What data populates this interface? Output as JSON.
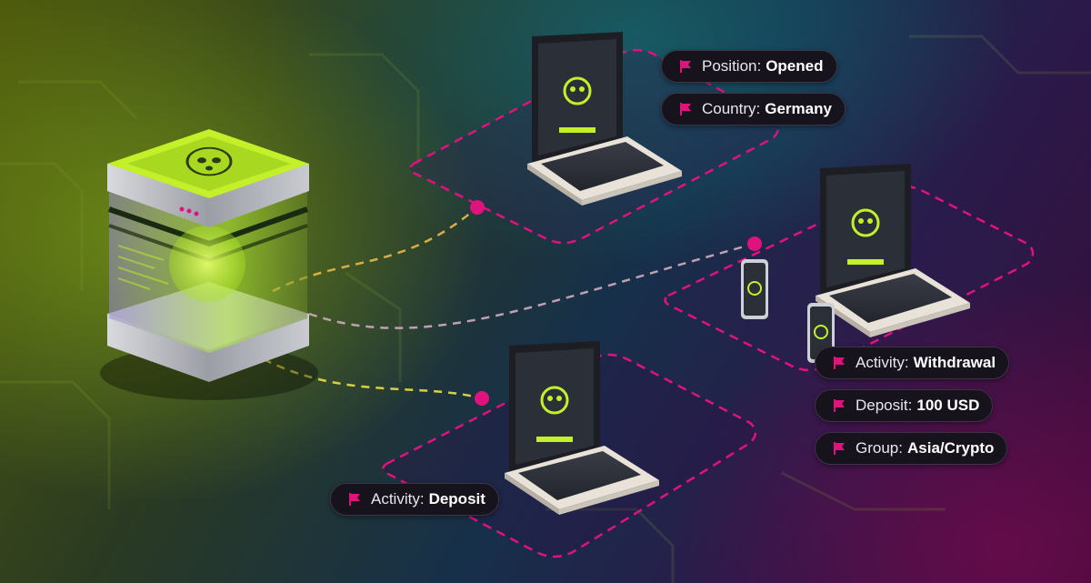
{
  "colors": {
    "accent": "#e0127c",
    "neon_green": "#c4f02a",
    "tag_bg": "#16131c"
  },
  "icons": [
    "skull-icon",
    "flag-icon",
    "laptop-icon",
    "phone-icon",
    "server-icon"
  ],
  "tags": [
    {
      "label": "Position:",
      "value": "Opened"
    },
    {
      "label": "Country:",
      "value": "Germany"
    },
    {
      "label": "Activity:",
      "value": "Withdrawal"
    },
    {
      "label": "Deposit:",
      "value": "100 USD"
    },
    {
      "label": "Group:",
      "value": "Asia/Crypto"
    },
    {
      "label": "Activity:",
      "value": "Deposit"
    }
  ]
}
